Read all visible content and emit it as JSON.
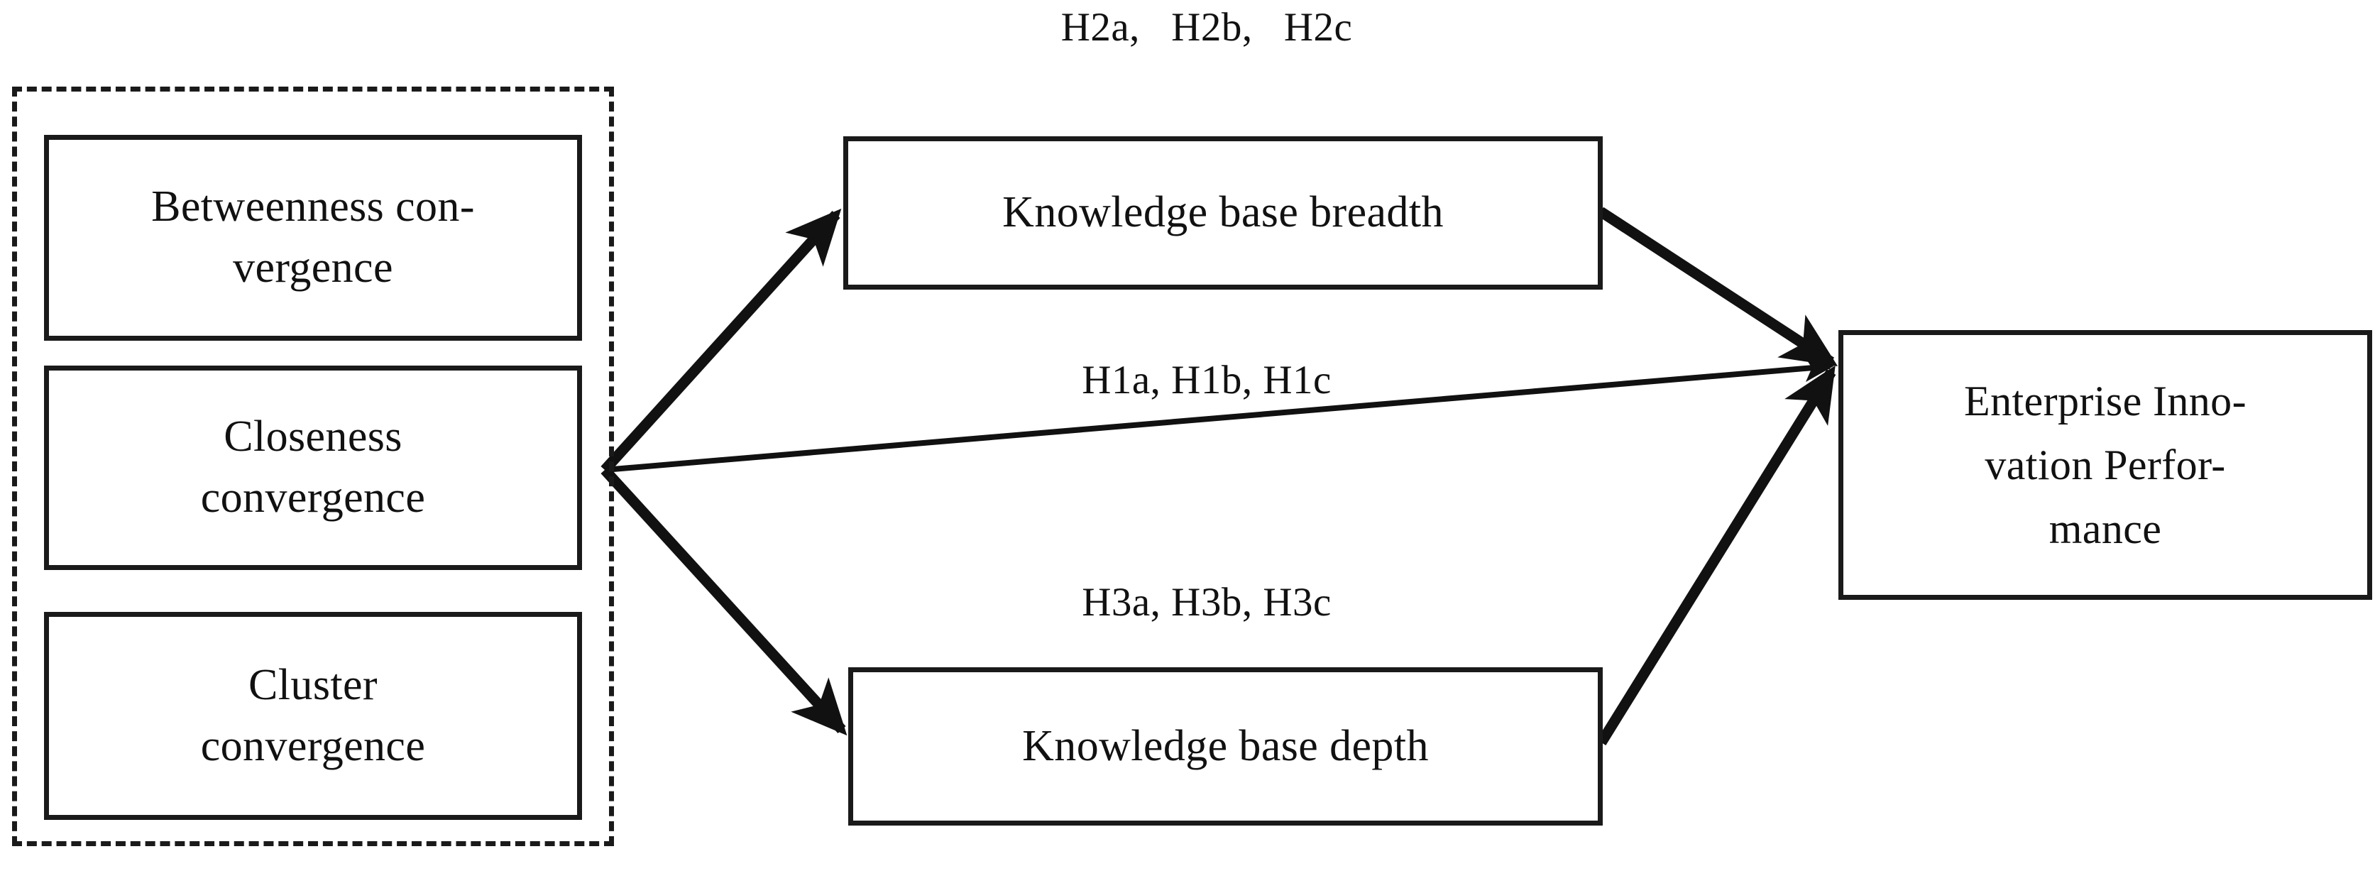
{
  "diagram": {
    "type": "conceptual-model",
    "background_color": "#ffffff",
    "line_color": "#1a1a1a",
    "text_color": "#111111"
  },
  "antecedent_group": {
    "border_style": "dashed",
    "nodes": [
      {
        "id": "betweenness",
        "label": "Betweenness con-\nvergence"
      },
      {
        "id": "closeness",
        "label": "Closeness\nconvergence"
      },
      {
        "id": "cluster",
        "label": "Cluster\nconvergence"
      }
    ]
  },
  "mediators": [
    {
      "id": "breadth",
      "label": "Knowledge base breadth"
    },
    {
      "id": "depth",
      "label": "Knowledge base depth"
    }
  ],
  "outcome": {
    "id": "enterprise",
    "label": "Enterprise Inno-\nvation Perfor-\nmance"
  },
  "hypothesis_labels": [
    {
      "id": "h2",
      "label": "H2a,   H2b,   H2c",
      "path": "convergence-to-knowledge-base-breadth"
    },
    {
      "id": "h1",
      "label": "H1a, H1b, H1c",
      "path": "convergence-to-enterprise-innovation-performance"
    },
    {
      "id": "h3",
      "label": "H3a, H3b, H3c",
      "path": "convergence-to-knowledge-base-depth"
    }
  ],
  "edges": [
    {
      "id": "edge-convergence-to-breadth",
      "from": "antecedent-group",
      "to": "breadth",
      "arrowhead": "target"
    },
    {
      "id": "edge-convergence-to-enterprise",
      "from": "antecedent-group",
      "to": "enterprise",
      "arrowhead": "target"
    },
    {
      "id": "edge-convergence-to-depth",
      "from": "antecedent-group",
      "to": "depth",
      "arrowhead": "target"
    },
    {
      "id": "edge-breadth-to-enterprise",
      "from": "breadth",
      "to": "enterprise",
      "arrowhead": "target"
    },
    {
      "id": "edge-depth-to-enterprise",
      "from": "depth",
      "to": "enterprise",
      "arrowhead": "target"
    }
  ]
}
